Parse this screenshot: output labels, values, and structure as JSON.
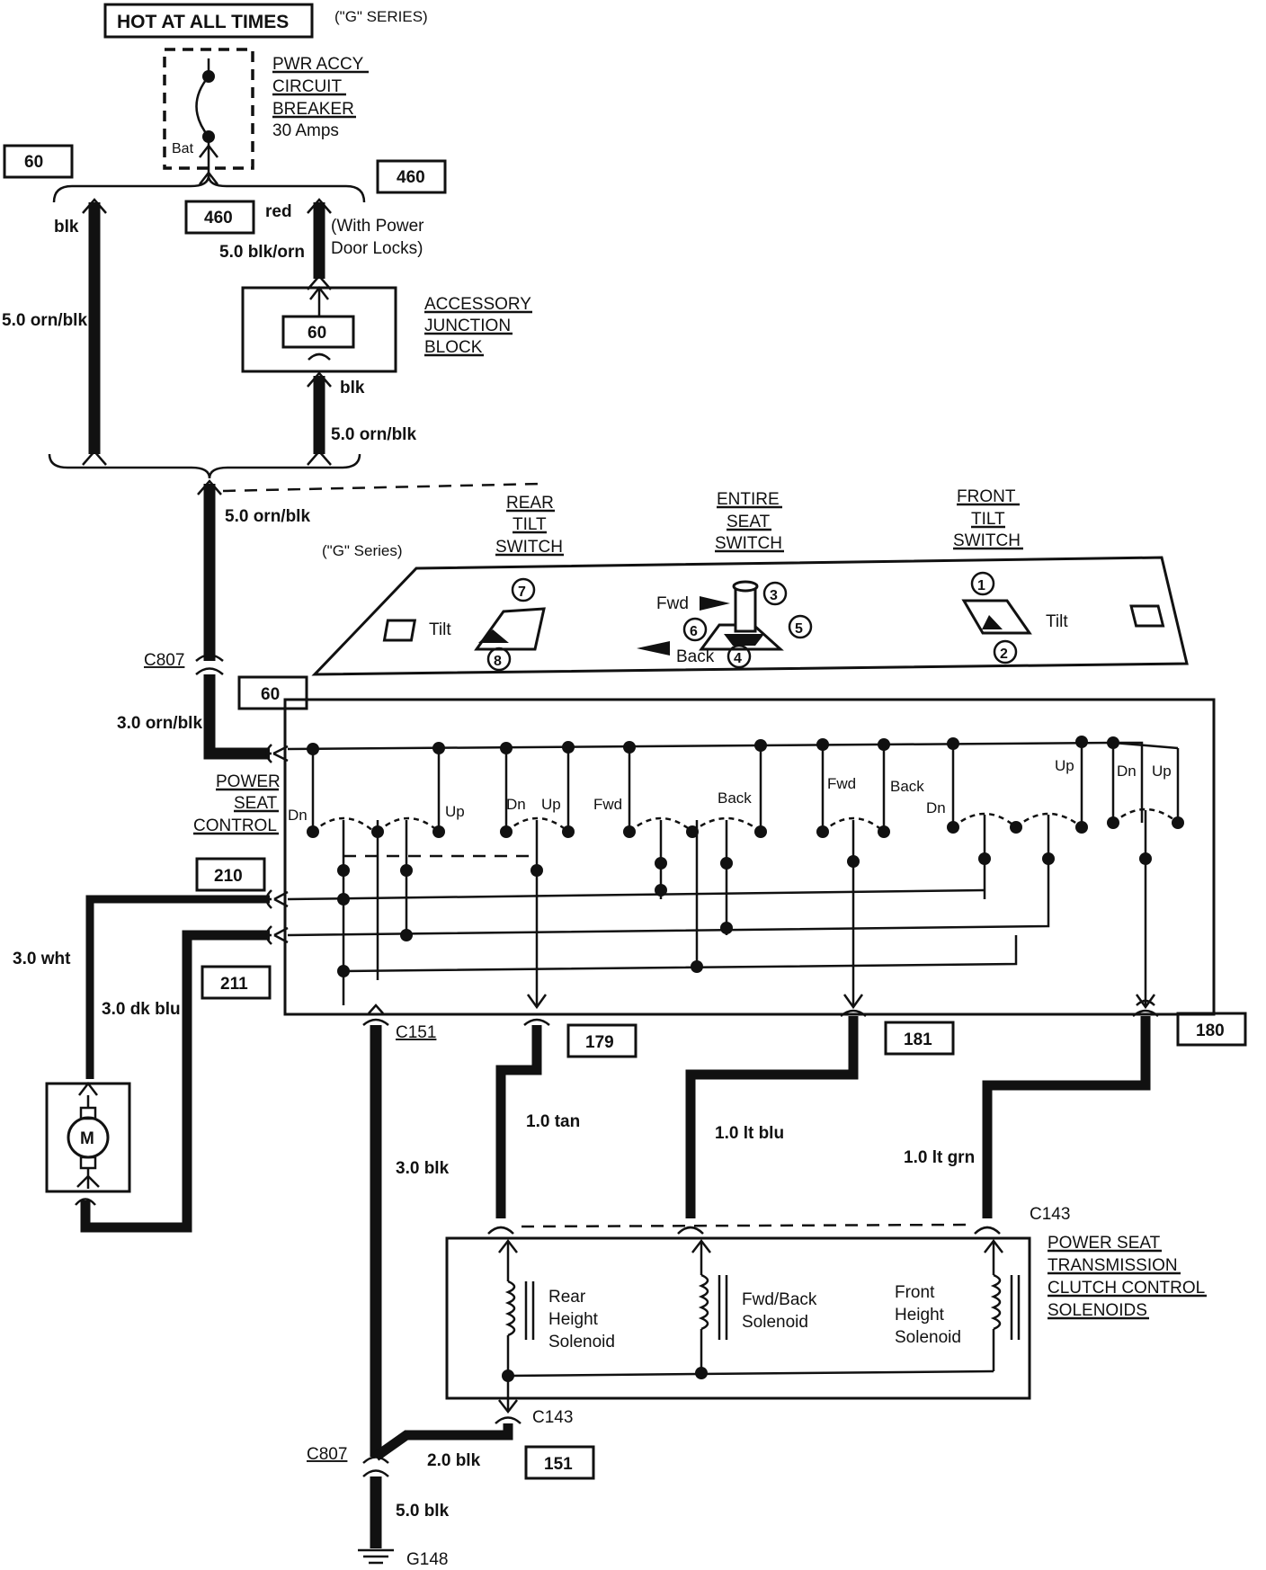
{
  "header": {
    "hot_label": "HOT AT ALL TIMES",
    "series_note": "(\"G\" SERIES)"
  },
  "breaker": {
    "line1": "PWR ACCY",
    "line2": "CIRCUIT",
    "line3": "BREAKER",
    "rating": "30 Amps",
    "bat": "Bat"
  },
  "junction_block": {
    "line1": "ACCESSORY",
    "line2": "JUNCTION",
    "line3": "BLOCK",
    "fuse": "60"
  },
  "circuits": {
    "c60_top": "60",
    "c460_right": "460",
    "c460_left": "460",
    "c60_control": "60",
    "c210": "210",
    "c211": "211",
    "c179": "179",
    "c181": "181",
    "c180": "180",
    "c151": "151"
  },
  "wires": {
    "blk_top": "blk",
    "red": "red",
    "blk_orn": "5.0 blk/orn",
    "with_power_1": "(With Power",
    "with_power_2": "Door Locks)",
    "orn_blk_left": "5.0 orn/blk",
    "blk_lower": "blk",
    "orn_blk_junction": "5.0 orn/blk",
    "orn_blk_feed": "5.0 orn/blk",
    "orn_blk_3": "3.0 orn/blk",
    "wht": "3.0 wht",
    "dk_blu": "3.0 dk blu",
    "blk_3": "3.0 blk",
    "tan": "1.0 tan",
    "lt_blu": "1.0 lt blu",
    "lt_grn": "1.0 lt grn",
    "blk_2": "2.0 blk",
    "blk_5": "5.0 blk"
  },
  "connectors": {
    "c807_upper": "C807",
    "c807_lower": "C807",
    "c151": "C151",
    "c143_upper": "C143",
    "c143_lower": "C143",
    "g148": "G148"
  },
  "switches": {
    "series": "(\"G\" Series)",
    "rear_1": "REAR",
    "rear_2": "TILT",
    "rear_3": "SWITCH",
    "entire_1": "ENTIRE",
    "entire_2": "SEAT",
    "entire_3": "SWITCH",
    "front_1": "FRONT",
    "front_2": "TILT",
    "front_3": "SWITCH",
    "tilt_left": "Tilt",
    "tilt_right": "Tilt",
    "fwd": "Fwd",
    "back": "Back",
    "n1": "1",
    "n2": "2",
    "n3": "3",
    "n4": "4",
    "n5": "5",
    "n6": "6",
    "n7": "7",
    "n8": "8"
  },
  "control": {
    "line1": "POWER",
    "line2": "SEAT",
    "line3": "CONTROL",
    "dn1": "Dn",
    "up1": "Up",
    "dn2": "Dn",
    "up2": "Up",
    "fwd1": "Fwd",
    "back1": "Back",
    "fwd2": "Fwd",
    "back2": "Back",
    "dn3": "Dn",
    "up3": "Up",
    "dn4": "Dn",
    "up4": "Up"
  },
  "motor": {
    "label": "M"
  },
  "solenoids": {
    "title1": "POWER SEAT",
    "title2": "TRANSMISSION",
    "title3": "CLUTCH CONTROL",
    "title4": "SOLENOIDS",
    "rear_1": "Rear",
    "rear_2": "Height",
    "rear_3": "Solenoid",
    "fb_1": "Fwd/Back",
    "fb_2": "Solenoid",
    "front_1": "Front",
    "front_2": "Height",
    "front_3": "Solenoid"
  }
}
